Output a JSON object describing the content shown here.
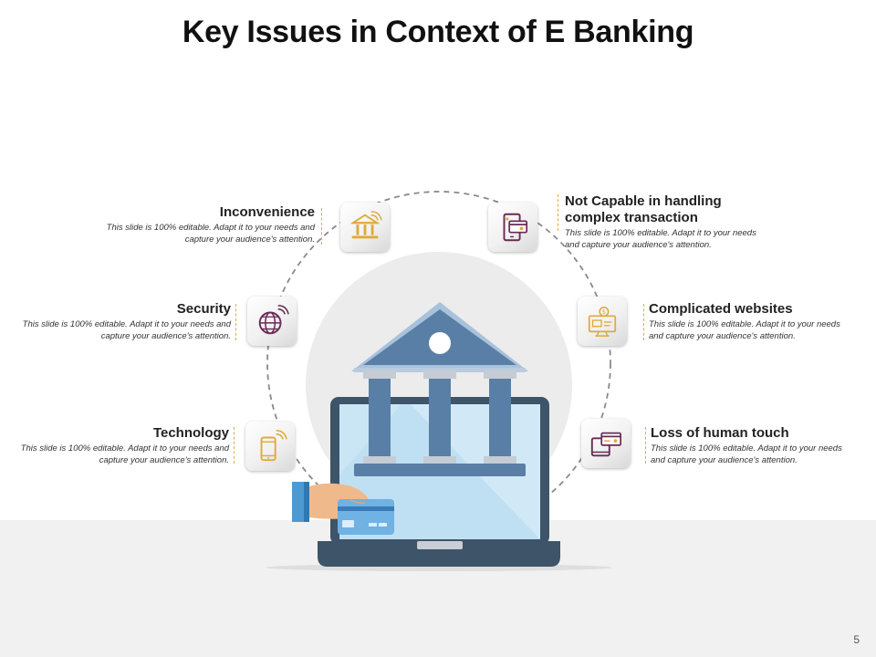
{
  "slide": {
    "title": "Key Issues in Context of E Banking",
    "page_number": "5"
  },
  "items": [
    {
      "heading": "Inconvenience",
      "description": "This slide is 100% editable. Adapt it to your needs and capture your audience's attention.",
      "icon": "bank-wifi-icon"
    },
    {
      "heading": "Not Capable in handling complex transaction",
      "description": "This slide is 100% editable. Adapt it to your needs and capture your audience's attention.",
      "icon": "mobile-payment-icon"
    },
    {
      "heading": "Security",
      "description": "This slide is 100% editable. Adapt it to your needs and capture your audience's attention.",
      "icon": "globe-wifi-icon"
    },
    {
      "heading": "Complicated websites",
      "description": "This slide is 100% editable. Adapt it to your needs and capture your audience's attention.",
      "icon": "online-payment-icon"
    },
    {
      "heading": "Technology",
      "description": "This slide is 100% editable. Adapt it to your needs and capture your audience's attention.",
      "icon": "smartphone-wifi-icon"
    },
    {
      "heading": "Loss of human touch",
      "description": "This slide is 100% editable. Adapt it to your needs and capture your audience's attention.",
      "icon": "device-card-icon"
    }
  ],
  "colors": {
    "gold": "#e0a93a",
    "purple": "#6b2a55",
    "bank_blue": "#5a7fa6",
    "laptop_dark": "#3d5469",
    "screen_blue": "#bfe0f2"
  }
}
